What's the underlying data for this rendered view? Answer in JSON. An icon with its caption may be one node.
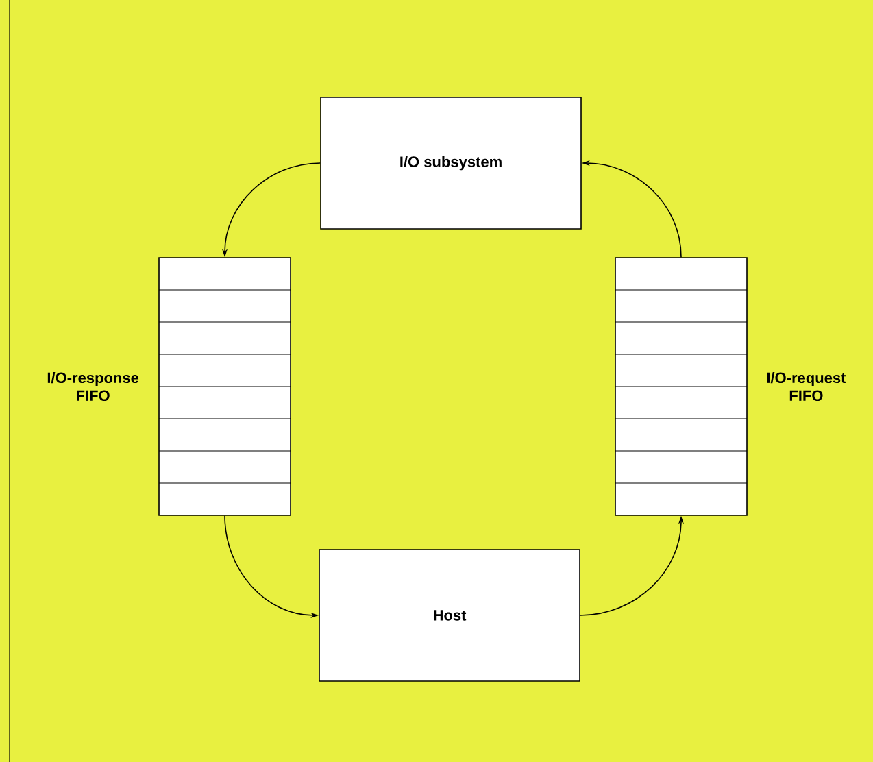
{
  "diagram": {
    "nodes": [
      {
        "text": [
          "I/O subsystem"
        ]
      },
      {
        "text": [],
        "shape": "box",
        "beside": [
          "I/O-response FIFO"
        ]
      },
      {
        "text": [],
        "shape": "box",
        "beside": [
          "I/O-request FIFO"
        ]
      },
      {
        "text": [
          "Host"
        ]
      }
    ],
    "edges": [
      {
        "from": 0,
        "to": 1,
        "arrow": "to"
      },
      {
        "from": 1,
        "to": 3,
        "arrow": "to"
      },
      {
        "from": 3,
        "to": 2,
        "arrow": "to"
      },
      {
        "from": 2,
        "to": 0,
        "arrow": "to"
      }
    ]
  }
}
